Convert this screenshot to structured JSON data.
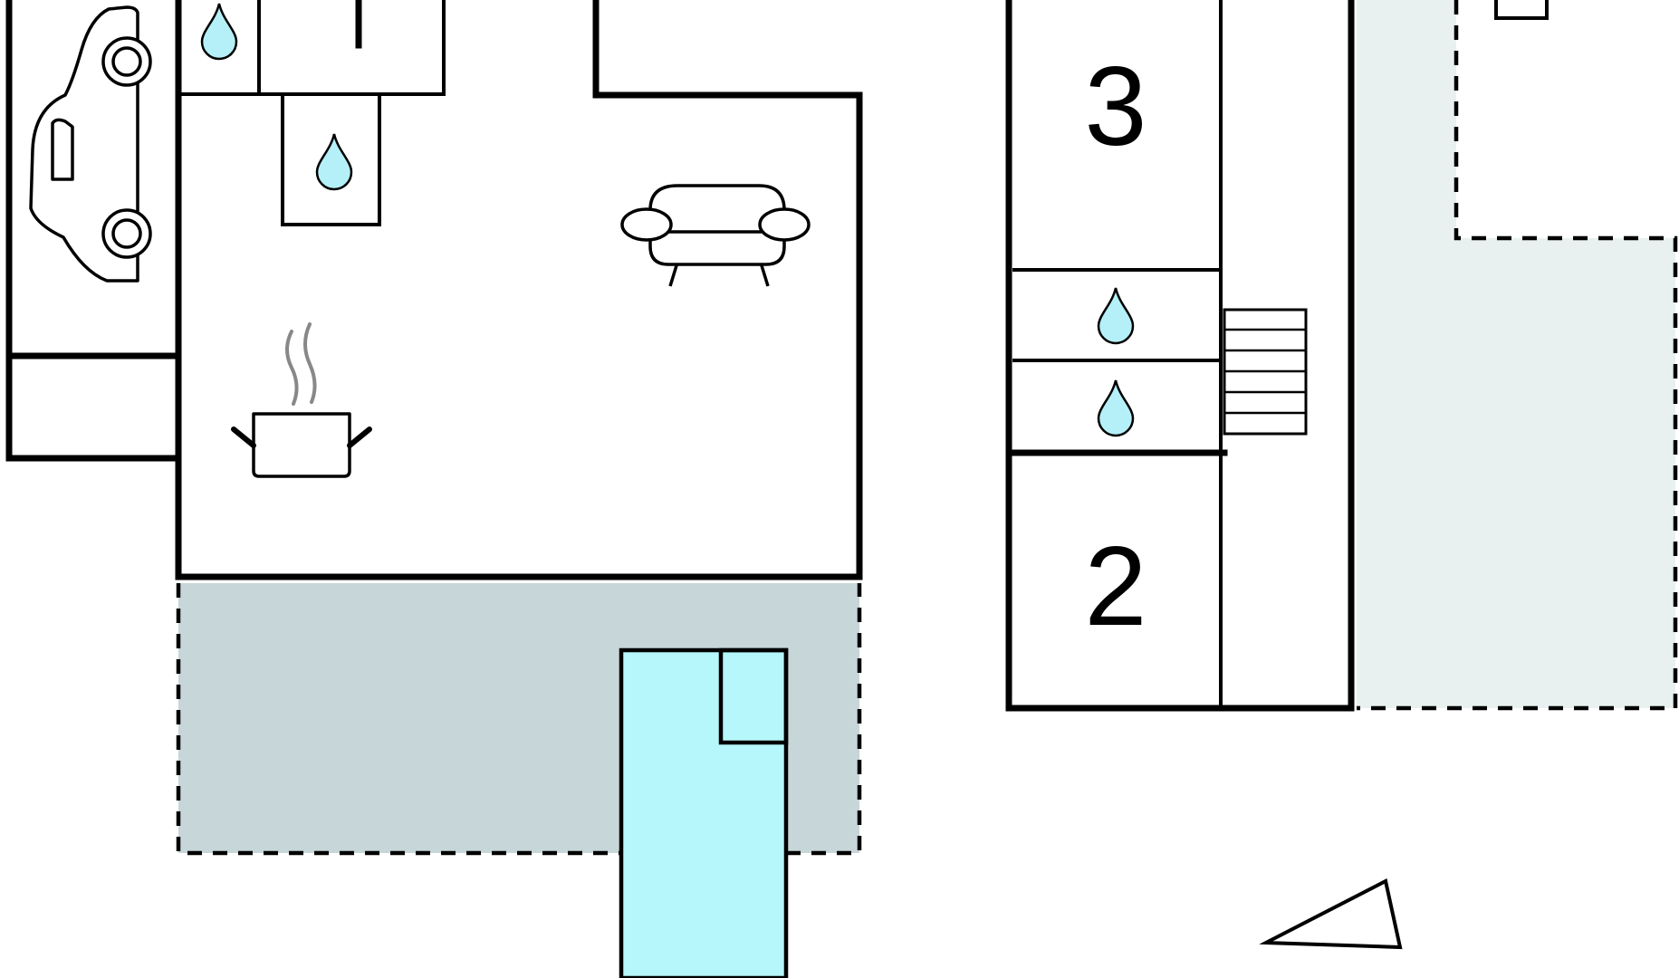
{
  "colors": {
    "terrace": "#c7d6d8",
    "terrace_light": "#e8f0f0",
    "pool": "#b5f7fa",
    "water_drop": "#b5f0f8",
    "wall": "#000000",
    "steam": "#888888"
  },
  "rooms": [
    {
      "name": "bedroom-3",
      "label": "3"
    },
    {
      "name": "bedroom-2",
      "label": "2"
    }
  ],
  "icons": [
    "car-icon",
    "water-drop-icon",
    "sofa-icon",
    "cooking-pot-icon",
    "stairs-icon",
    "north-arrow-icon"
  ]
}
